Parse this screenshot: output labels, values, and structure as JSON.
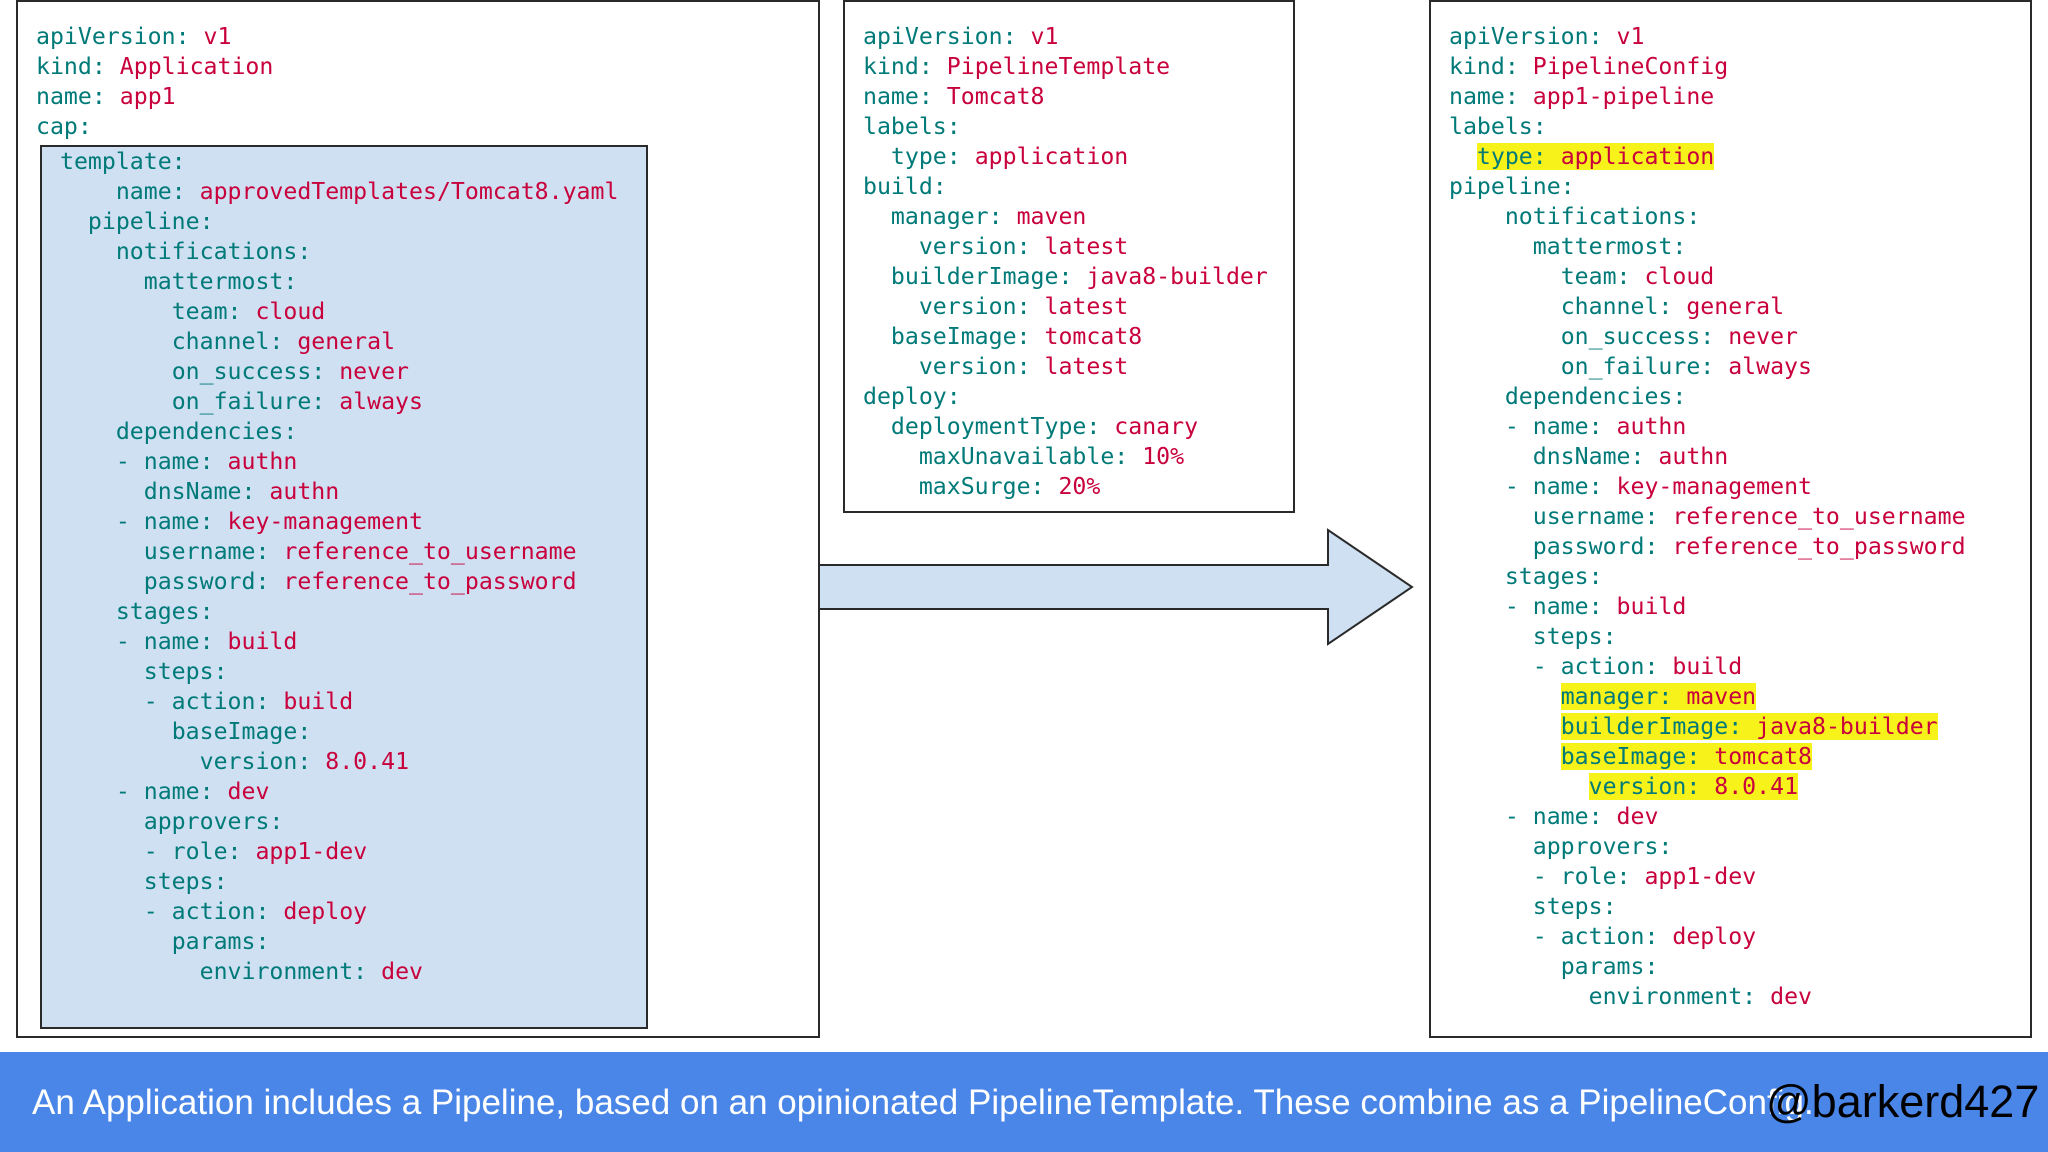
{
  "application": [
    {
      "key": "apiVersion:",
      "value": "v1"
    },
    {
      "key": "kind:",
      "value": "Application"
    },
    {
      "key": "name:",
      "value": "app1"
    },
    {
      "key": "cap:",
      "value": ""
    }
  ],
  "cap_block": [
    {
      "key": "template:",
      "value": ""
    },
    {
      "key": "    name:",
      "value": "approvedTemplates/Tomcat8.yaml"
    },
    {
      "key": "  pipeline:",
      "value": ""
    },
    {
      "key": "    notifications:",
      "value": ""
    },
    {
      "key": "      mattermost:",
      "value": ""
    },
    {
      "key": "        team:",
      "value": "cloud"
    },
    {
      "key": "        channel:",
      "value": "general"
    },
    {
      "key": "        on_success:",
      "value": "never"
    },
    {
      "key": "        on_failure:",
      "value": "always"
    },
    {
      "key": "    dependencies:",
      "value": ""
    },
    {
      "key": "    - name:",
      "value": "authn"
    },
    {
      "key": "      dnsName:",
      "value": "authn"
    },
    {
      "key": "    - name:",
      "value": "key-management"
    },
    {
      "key": "      username:",
      "value": "reference_to_username"
    },
    {
      "key": "      password:",
      "value": "reference_to_password"
    },
    {
      "key": "    stages:",
      "value": ""
    },
    {
      "key": "    - name:",
      "value": "build"
    },
    {
      "key": "      steps:",
      "value": ""
    },
    {
      "key": "      - action:",
      "value": "build"
    },
    {
      "key": "        baseImage:",
      "value": ""
    },
    {
      "key": "          version:",
      "value": "8.0.41"
    },
    {
      "key": "    - name:",
      "value": "dev"
    },
    {
      "key": "      approvers:",
      "value": ""
    },
    {
      "key": "      - role:",
      "value": "app1-dev"
    },
    {
      "key": "      steps:",
      "value": ""
    },
    {
      "key": "      - action:",
      "value": "deploy"
    },
    {
      "key": "        params:",
      "value": ""
    },
    {
      "key": "          environment:",
      "value": "dev"
    }
  ],
  "pipeline_template": [
    {
      "key": "apiVersion:",
      "value": "v1"
    },
    {
      "key": "kind:",
      "value": "PipelineTemplate"
    },
    {
      "key": "name:",
      "value": "Tomcat8"
    },
    {
      "key": "labels:",
      "value": ""
    },
    {
      "key": "  type:",
      "value": "application"
    },
    {
      "key": "build:",
      "value": ""
    },
    {
      "key": "  manager:",
      "value": "maven"
    },
    {
      "key": "    version:",
      "value": "latest"
    },
    {
      "key": "  builderImage:",
      "value": "java8-builder"
    },
    {
      "key": "    version:",
      "value": "latest"
    },
    {
      "key": "  baseImage:",
      "value": "tomcat8"
    },
    {
      "key": "    version:",
      "value": "latest"
    },
    {
      "key": "deploy:",
      "value": ""
    },
    {
      "key": "  deploymentType:",
      "value": "canary"
    },
    {
      "key": "    maxUnavailable:",
      "value": "10%"
    },
    {
      "key": "    maxSurge:",
      "value": "20%"
    }
  ],
  "pipeline_config": [
    {
      "key": "apiVersion:",
      "value": "v1"
    },
    {
      "key": "kind:",
      "value": "PipelineConfig"
    },
    {
      "key": "name:",
      "value": "app1-pipeline"
    },
    {
      "key": "labels:",
      "value": ""
    },
    {
      "key": "  type:",
      "value": "application",
      "highlight": true
    },
    {
      "key": "pipeline:",
      "value": ""
    },
    {
      "key": "    notifications:",
      "value": ""
    },
    {
      "key": "      mattermost:",
      "value": ""
    },
    {
      "key": "        team:",
      "value": "cloud"
    },
    {
      "key": "        channel:",
      "value": "general"
    },
    {
      "key": "        on_success:",
      "value": "never"
    },
    {
      "key": "        on_failure:",
      "value": "always"
    },
    {
      "key": "    dependencies:",
      "value": ""
    },
    {
      "key": "    - name:",
      "value": "authn"
    },
    {
      "key": "      dnsName:",
      "value": "authn"
    },
    {
      "key": "    - name:",
      "value": "key-management"
    },
    {
      "key": "      username:",
      "value": "reference_to_username"
    },
    {
      "key": "      password:",
      "value": "reference_to_password"
    },
    {
      "key": "    stages:",
      "value": ""
    },
    {
      "key": "    - name:",
      "value": "build"
    },
    {
      "key": "      steps:",
      "value": ""
    },
    {
      "key": "      - action:",
      "value": "build"
    },
    {
      "key": "        manager:",
      "value": "maven",
      "highlight": true
    },
    {
      "key": "        builderImage:",
      "value": "java8-builder",
      "highlight": true
    },
    {
      "key": "        baseImage:",
      "value": "tomcat8",
      "highlight": true
    },
    {
      "key": "          version:",
      "value": "8.0.41",
      "highlight": true
    },
    {
      "key": "    - name:",
      "value": "dev"
    },
    {
      "key": "      approvers:",
      "value": ""
    },
    {
      "key": "      - role:",
      "value": "app1-dev"
    },
    {
      "key": "      steps:",
      "value": ""
    },
    {
      "key": "      - action:",
      "value": "deploy"
    },
    {
      "key": "        params:",
      "value": ""
    },
    {
      "key": "          environment:",
      "value": "dev"
    }
  ],
  "caption": {
    "text": "An Application includes a Pipeline, based on an opinionated PipelineTemplate. These combine as a PipelineConfig.",
    "handle": "@barkerd427"
  },
  "colors": {
    "key": "#007a78",
    "value": "#c8003c",
    "highlight": "#f7f21a",
    "cap_fill": "#cfe0f3",
    "caption_bar": "#4a86e8"
  }
}
